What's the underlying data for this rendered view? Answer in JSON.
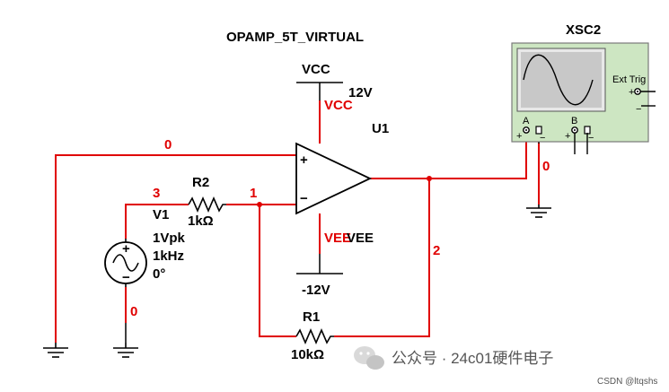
{
  "title": "OPAMP_5T_VIRTUAL",
  "opamp": {
    "ref": "U1",
    "plus_sign": "+",
    "minus_sign": "−",
    "vcc_pin_label": "VCC",
    "vee_pin_label": "VEE"
  },
  "vcc": {
    "name": "VCC",
    "value": "12V"
  },
  "vee": {
    "name": "VEE",
    "value": "-12V"
  },
  "source": {
    "ref": "V1",
    "amplitude": "1Vpk",
    "frequency": "1kHz",
    "phase": "0°",
    "plus_sign": "+",
    "minus_sign": "−"
  },
  "r2": {
    "ref": "R2",
    "value": "1kΩ"
  },
  "r1": {
    "ref": "R1",
    "value": "10kΩ"
  },
  "nets": {
    "top_wire": "0",
    "source_node": "3",
    "inverting_node": "1",
    "output_node": "2",
    "source_ground": "0",
    "scope_ground": "0"
  },
  "scope": {
    "ref": "XSC2",
    "ext_trig": "Ext Trig",
    "channel_a": "A",
    "channel_b": "B",
    "plus_sign": "+",
    "minus_sign": "−"
  },
  "watermark": "公众号 · 24c01硬件电子",
  "credit": "CSDN @ltqshs",
  "colors": {
    "wire": "#e00000",
    "scope_body": "#cde6c2",
    "screen": "#c8c8c8"
  }
}
